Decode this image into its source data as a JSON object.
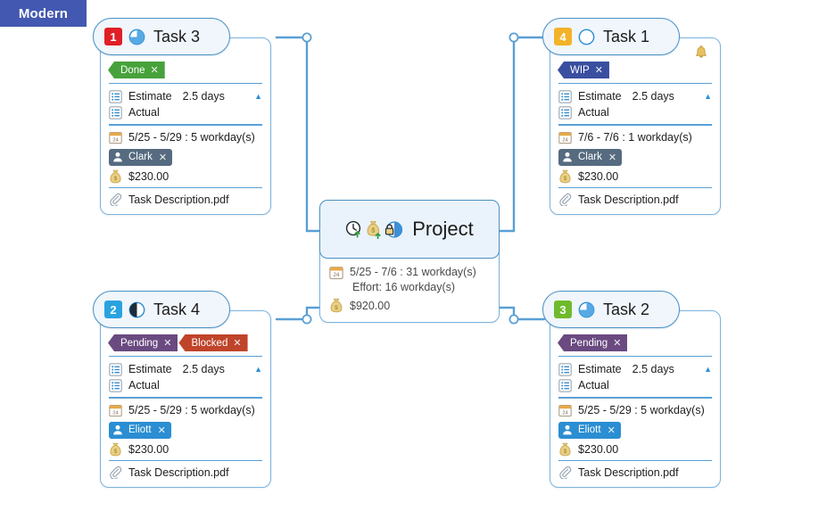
{
  "ribbon": {
    "label": "Modern"
  },
  "colors": {
    "accent_line": "#4a90c4",
    "header_fill": "#f0f6fc",
    "ribbon_bg": "#4358b0",
    "badge_red": "#e01f26",
    "badge_amber": "#f3b228",
    "badge_blue": "#29a3e0",
    "badge_green": "#6fba2c",
    "tag_done": "#47a23b",
    "tag_wip": "#3a4fa0",
    "tag_pending": "#6a4a80",
    "tag_blocked": "#c0442a",
    "chip_clark": "#566b80",
    "chip_eliott": "#2b8ed2",
    "money_gold": "#e0b84c"
  },
  "project": {
    "title": "Project",
    "icons": [
      "clock-add-icon",
      "money-add-icon",
      "lock-progress-icon"
    ],
    "date_line": "5/25 - 7/6 : 31 workday(s)",
    "effort_line": "Effort: 16 workday(s)",
    "cost": "$920.00",
    "calendar_icon_label": "24"
  },
  "tasks": [
    {
      "id": "task-3",
      "title": "Task 3",
      "number": "1",
      "number_color": "#e01f26",
      "progress": 75,
      "progress_icon": "pie-75-icon",
      "bell": false,
      "tags": [
        {
          "label": "Done",
          "color": "#47a23b"
        }
      ],
      "estimate_label": "Estimate",
      "estimate_value": "2.5 days",
      "actual_label": "Actual",
      "actual_value": "",
      "date_line": "5/25 - 5/29 : 5 workday(s)",
      "assignee": "Clark",
      "assignee_color": "#566b80",
      "cost": "$230.00",
      "attachment": "Task Description.pdf",
      "calendar_icon_label": "24"
    },
    {
      "id": "task-1",
      "title": "Task 1",
      "number": "4",
      "number_color": "#f3b228",
      "progress": 0,
      "progress_icon": "circle-empty-icon",
      "bell": true,
      "tags": [
        {
          "label": "WIP",
          "color": "#3a4fa0"
        }
      ],
      "estimate_label": "Estimate",
      "estimate_value": "2.5 days",
      "actual_label": "Actual",
      "actual_value": "",
      "date_line": "7/6 - 7/6 : 1 workday(s)",
      "assignee": "Clark",
      "assignee_color": "#566b80",
      "cost": "$230.00",
      "attachment": "Task Description.pdf",
      "calendar_icon_label": "24"
    },
    {
      "id": "task-4",
      "title": "Task 4",
      "number": "2",
      "number_color": "#29a3e0",
      "progress": 50,
      "progress_icon": "circle-half-icon",
      "bell": false,
      "tags": [
        {
          "label": "Pending",
          "color": "#6a4a80"
        },
        {
          "label": "Blocked",
          "color": "#c0442a"
        }
      ],
      "estimate_label": "Estimate",
      "estimate_value": "2.5 days",
      "actual_label": "Actual",
      "actual_value": "",
      "date_line": "5/25 - 5/29 : 5 workday(s)",
      "assignee": "Eliott",
      "assignee_color": "#2b8ed2",
      "cost": "$230.00",
      "attachment": "Task Description.pdf",
      "calendar_icon_label": "24"
    },
    {
      "id": "task-2",
      "title": "Task 2",
      "number": "3",
      "number_color": "#6fba2c",
      "progress": 75,
      "progress_icon": "pie-75-icon",
      "bell": false,
      "tags": [
        {
          "label": "Pending",
          "color": "#6a4a80"
        }
      ],
      "estimate_label": "Estimate",
      "estimate_value": "2.5 days",
      "actual_label": "Actual",
      "actual_value": "",
      "date_line": "5/25 - 5/29 : 5 workday(s)",
      "assignee": "Eliott",
      "assignee_color": "#2b8ed2",
      "cost": "$230.00",
      "attachment": "Task Description.pdf",
      "calendar_icon_label": "24"
    }
  ],
  "tag_close_glyph": "✕"
}
